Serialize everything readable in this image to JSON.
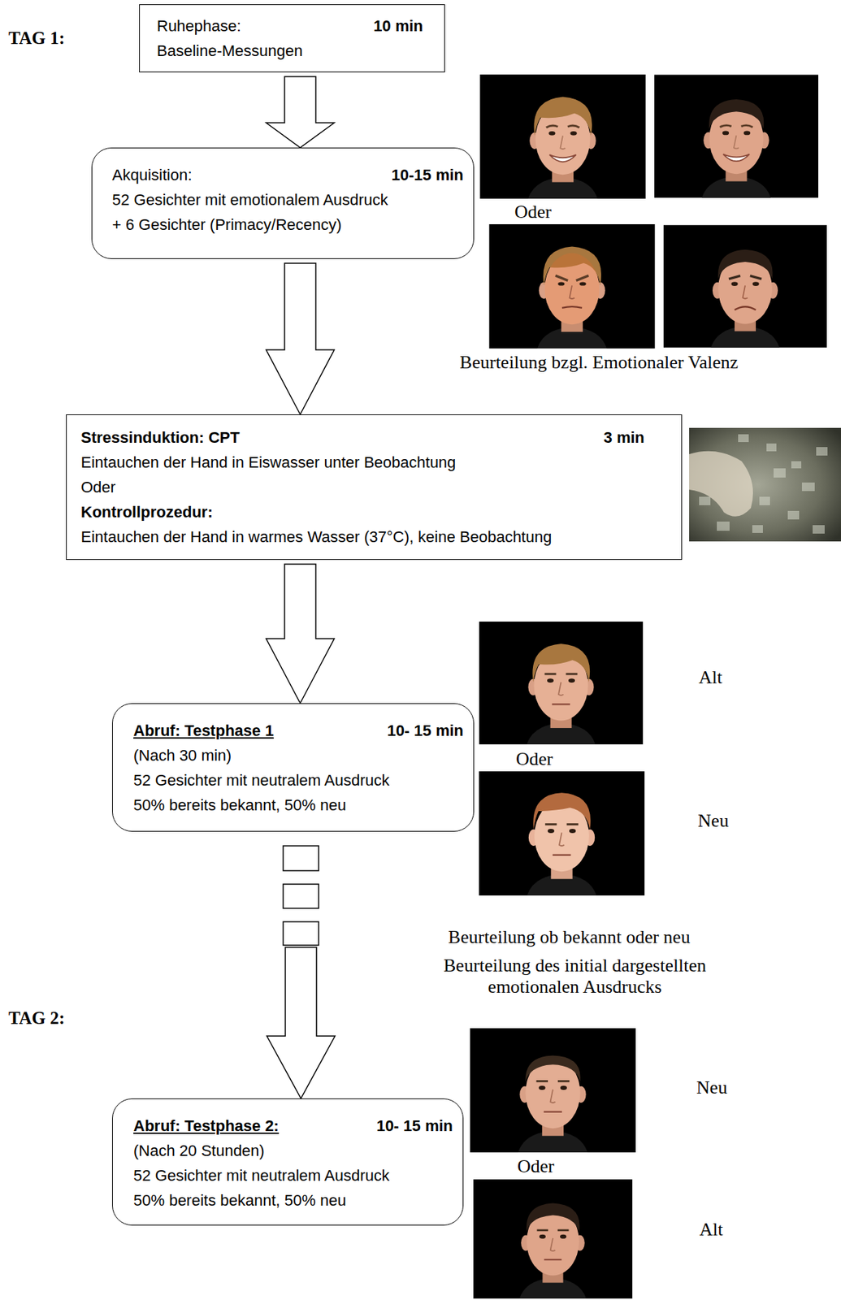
{
  "diagram": {
    "nodes": [
      {
        "text": [
          "Ruhephase:",
          "10 min",
          "Baseline-Messungen"
        ]
      },
      {
        "text": [
          "Akquisition:",
          "10-15 min",
          "52 Gesichter mit emotionalem Ausdruck",
          "+ 6 Gesichter (Primacy/Recency)"
        ]
      },
      {
        "text": [
          "Stressinduktion: CPT",
          "3 min",
          "Eintauchen der Hand in Eiswasser unter Beobachtung",
          "Oder",
          "Kontrollprozedur:",
          "Eintauchen der Hand in warmes Wasser (37°C), keine Beobachtung"
        ]
      },
      {
        "text": [
          "Abruf: Testphase 1",
          "10- 15 min",
          "(Nach 30 min)",
          "52 Gesichter mit neutralem Ausdruck",
          "50% bereits bekannt, 50% neu"
        ]
      },
      {
        "text": [
          "Abruf: Testphase 2:",
          "10- 15 min",
          "(Nach 20 Stunden)",
          "52 Gesichter mit neutralem Ausdruck",
          "50% bereits bekannt, 50% neu"
        ]
      }
    ],
    "edges": [
      {
        "from": 0,
        "to": 1,
        "arrow": "to"
      },
      {
        "from": 1,
        "to": 2,
        "arrow": "to"
      },
      {
        "from": 2,
        "to": 3,
        "arrow": "to"
      },
      {
        "from": 3,
        "to": 4,
        "arrow": "to"
      }
    ],
    "labels": [
      "TAG 1:",
      "Oder",
      "Beurteilung bzgl. Emotionaler Valenz",
      "Alt",
      "Oder",
      "Neu",
      "Beurteilung ob bekannt oder neu",
      "Beurteilung des initial dargestellten emotionalen Ausdrucks",
      "TAG 2:",
      "Neu",
      "Oder",
      "Alt"
    ]
  }
}
